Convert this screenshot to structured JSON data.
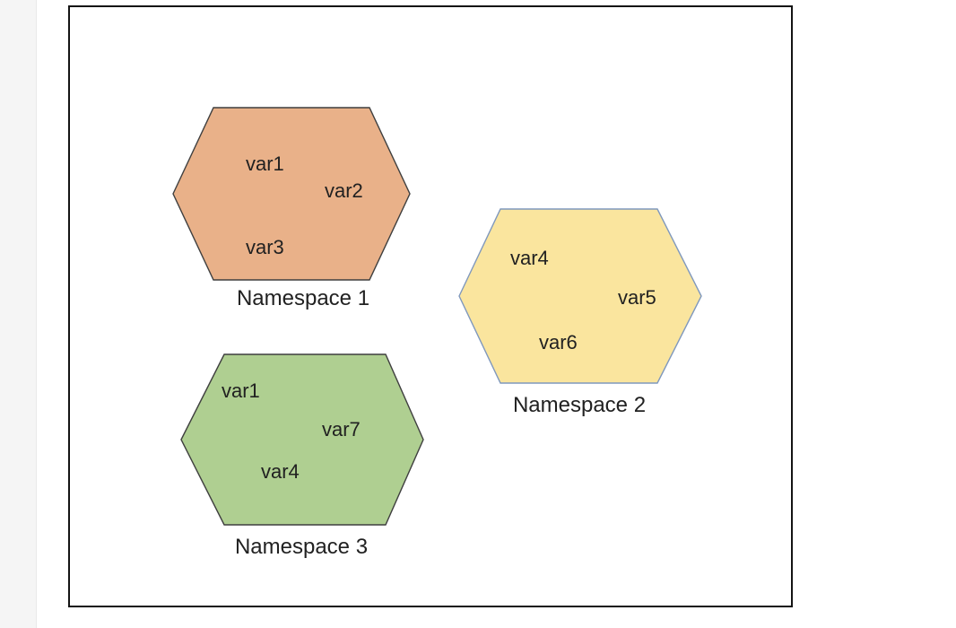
{
  "diagram": {
    "namespaces": [
      {
        "label": "Namespace 1",
        "fill": "#e9b189",
        "stroke": "#3f3f3f",
        "vars": [
          "var1",
          "var2",
          "var3"
        ]
      },
      {
        "label": "Namespace 2",
        "fill": "#fae59e",
        "stroke": "#7f98bd",
        "vars": [
          "var4",
          "var5",
          "var6"
        ]
      },
      {
        "label": "Namespace 3",
        "fill": "#afcf91",
        "stroke": "#3f3f3f",
        "vars": [
          "var1",
          "var7",
          "var4"
        ]
      }
    ],
    "colors": {
      "frame_border": "#141414",
      "gutter": "#f5f5f5",
      "text": "#212121"
    }
  }
}
